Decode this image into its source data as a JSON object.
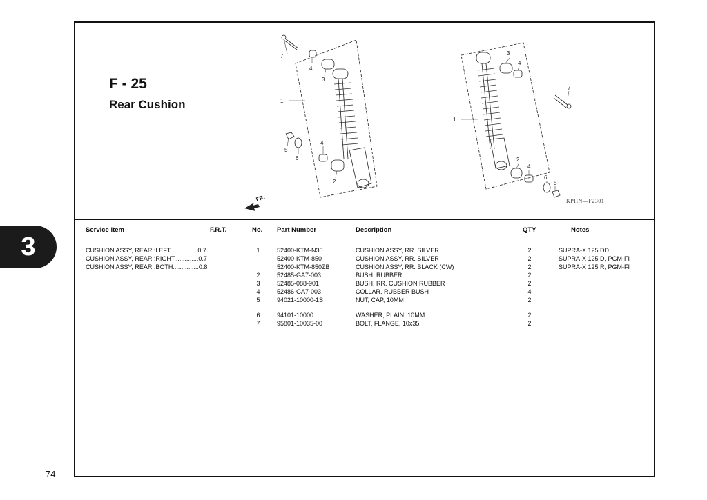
{
  "section": {
    "code": "F - 25",
    "title": "Rear Cushion"
  },
  "chapter_tab": "3",
  "page_number": "74",
  "diagram": {
    "code": "KPHN—F2301",
    "fr_label": "FR.",
    "callouts": {
      "left": {
        "c7": "7",
        "c4a": "4",
        "c3": "3",
        "c1": "1",
        "c5": "5",
        "c6": "6",
        "c4b": "4",
        "c2": "2"
      },
      "right": {
        "c3": "3",
        "c4a": "4",
        "c7": "7",
        "c1": "1",
        "c2": "2",
        "c4b": "4",
        "c6": "6",
        "c5": "5"
      }
    }
  },
  "service": {
    "headers": {
      "item": "Service item",
      "frt": "F.R.T."
    },
    "items": [
      {
        "name": "CUSHION ASSY, REAR :LEFT",
        "dots": "................",
        "frt": "0.7"
      },
      {
        "name": "CUSHION ASSY, REAR :RIGHT",
        "dots": "..............",
        "frt": "0.7"
      },
      {
        "name": "CUSHION ASSY, REAR :BOTH",
        "dots": "...............",
        "frt": "0.8"
      }
    ]
  },
  "parts": {
    "headers": {
      "no": "No.",
      "part_number": "Part Number",
      "description": "Description",
      "qty": "QTY",
      "notes": "Notes"
    },
    "rows": [
      {
        "no": "1",
        "part_number": "52400-KTM-N30",
        "description": "CUSHION ASSY, RR. SILVER",
        "qty": "2",
        "notes": "SUPRA-X 125 DD"
      },
      {
        "no": "",
        "part_number": "52400-KTM-850",
        "description": "CUSHION ASSY, RR. SILVER",
        "qty": "2",
        "notes": "SUPRA-X 125 D, PGM-FI"
      },
      {
        "no": "",
        "part_number": "52400-KTM-850ZB",
        "description": "CUSHION ASSY, RR. BLACK (CW)",
        "qty": "2",
        "notes": "SUPRA-X 125 R, PGM-FI"
      },
      {
        "no": "2",
        "part_number": "52485-GA7-003",
        "description": "BUSH, RUBBER",
        "qty": "2",
        "notes": ""
      },
      {
        "no": "3",
        "part_number": "52485-088-901",
        "description": "BUSH, RR. CUSHION RUBBER",
        "qty": "2",
        "notes": ""
      },
      {
        "no": "4",
        "part_number": "52486-GA7-003",
        "description": "COLLAR, RUBBER BUSH",
        "qty": "4",
        "notes": ""
      },
      {
        "no": "5",
        "part_number": "94021-10000-1S",
        "description": "NUT, CAP, 10MM",
        "qty": "2",
        "notes": ""
      },
      {
        "no": "6",
        "part_number": "94101-10000",
        "description": "WASHER, PLAIN, 10MM",
        "qty": "2",
        "notes": ""
      },
      {
        "no": "7",
        "part_number": "95801-10035-00",
        "description": "BOLT, FLANGE, 10x35",
        "qty": "2",
        "notes": ""
      }
    ]
  }
}
